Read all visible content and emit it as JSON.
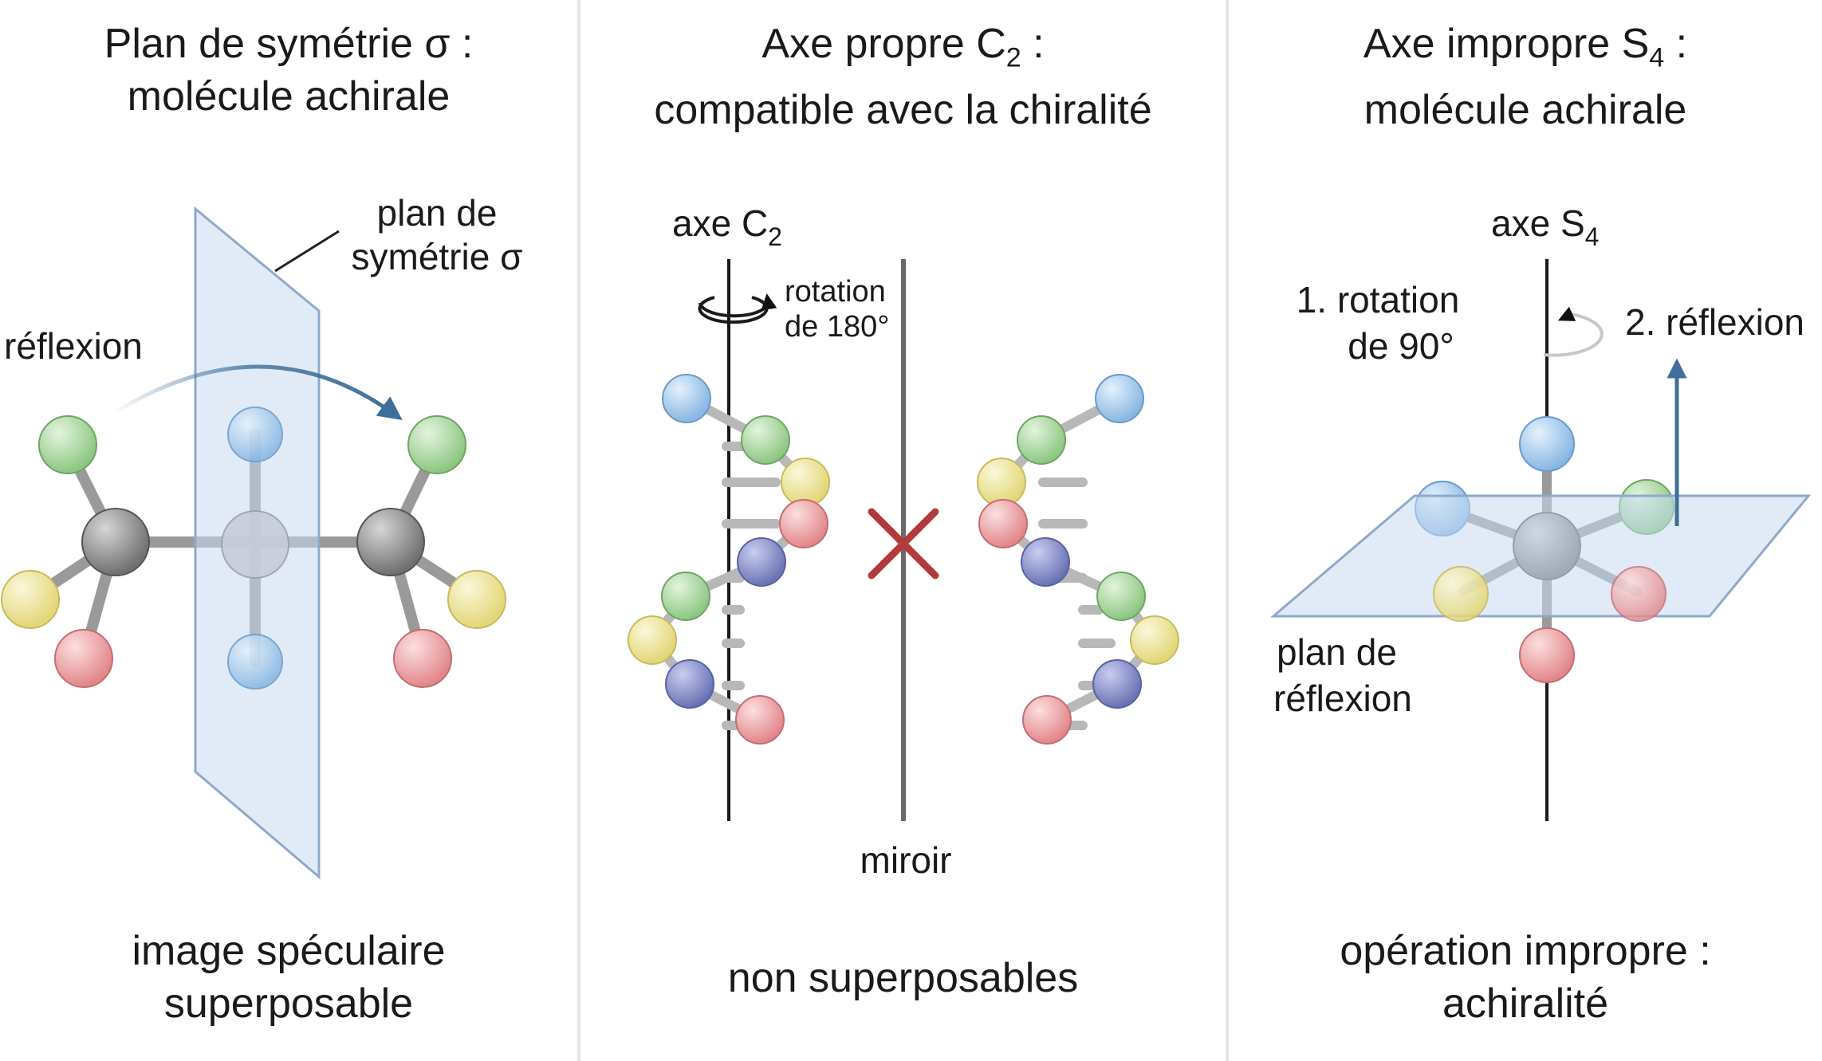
{
  "panels": [
    {
      "title_line1": "Plan de symétrie σ :",
      "title_line2": "molécule achirale",
      "plane_label_line1": "plan de",
      "plane_label_line2": "symétrie σ",
      "reflection_label": "réflexion",
      "caption_line1": "image spéculaire",
      "caption_line2": "superposable"
    },
    {
      "title_line1_prefix": "Axe propre C",
      "title_line1_sub": "2",
      "title_line1_suffix": " :",
      "title_line2": "compatible avec la chiralité",
      "axis_label_prefix": "axe C",
      "axis_label_sub": "2",
      "rotation_label_line1": "rotation",
      "rotation_label_line2": "de 180°",
      "mirror_label": "miroir",
      "caption": "non superposables"
    },
    {
      "title_line1_prefix": "Axe impropre S",
      "title_line1_sub": "4",
      "title_line1_suffix": " :",
      "title_line2": "molécule achirale",
      "axis_label_prefix": "axe S",
      "axis_label_sub": "4",
      "step1_line1": "1. rotation",
      "step1_line2": "de 90°",
      "step2": "2. réflexion",
      "plane_label_line1": "plan de",
      "plane_label_line2": "réflexion",
      "caption_line1": "opération impropre :",
      "caption_line2": "achiralité"
    }
  ],
  "colors": {
    "green": "#a8d8a0",
    "blue": "#a8cdee",
    "yellow": "#f2eaa0",
    "red": "#f0a8aa",
    "purple": "#8e95cc",
    "gray": "#8a8a8a",
    "plane": "#c9daf3",
    "arrow": "#3e6f9a",
    "cross": "#b23a3a"
  }
}
